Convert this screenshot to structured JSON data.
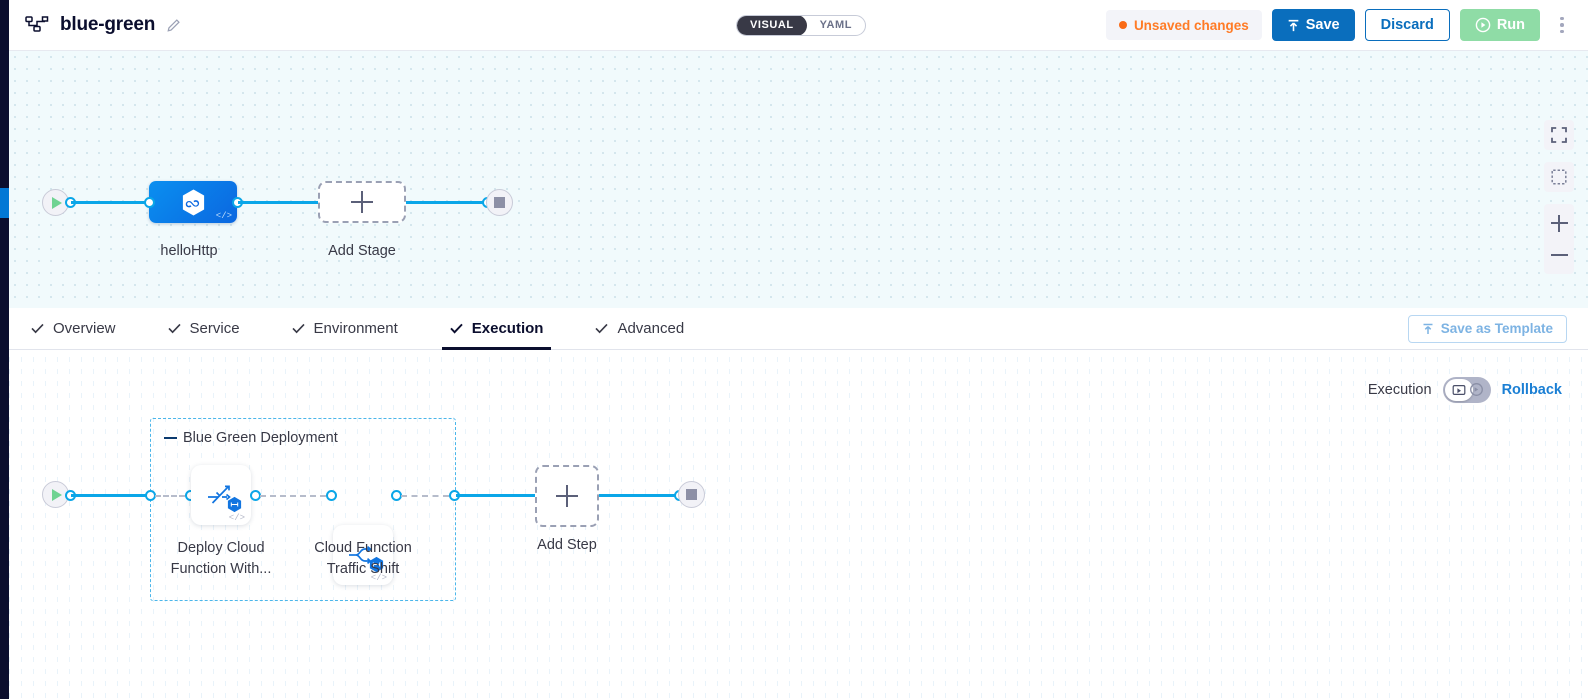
{
  "header": {
    "pipeline_icon": "pipeline-icon",
    "title": "blue-green",
    "edit_icon": "pencil-icon",
    "mode_toggle": {
      "visual": "VISUAL",
      "yaml": "YAML",
      "selected": "VISUAL"
    },
    "unsaved_label": "Unsaved changes",
    "unsaved_color": "#f96a16",
    "save_label": "Save",
    "save_icon": "upload-icon",
    "discard_label": "Discard",
    "run_label": "Run",
    "run_icon": "play-circle-icon",
    "more_icon": "kebab-menu-icon",
    "accent_blue": "#0a6ebd",
    "run_green": "#8fdca6"
  },
  "top_canvas": {
    "background": "#f1fafc",
    "start_node": "start-node",
    "end_node": "end-node",
    "nodes": [
      {
        "label": "helloHttp",
        "icon": "harness-hexagon-icon",
        "badge": "</>",
        "type": "stage"
      },
      {
        "label": "Add Stage",
        "icon": "plus-icon",
        "type": "add"
      }
    ],
    "controls": [
      {
        "name": "fullscreen-button",
        "icon": "expand-icon"
      },
      {
        "name": "selection-box-button",
        "icon": "dashed-square-icon"
      },
      {
        "name": "zoom-in-button",
        "icon": "plus-icon"
      },
      {
        "name": "zoom-out-button",
        "icon": "minus-icon"
      }
    ]
  },
  "tabs": {
    "items": [
      {
        "label": "Overview",
        "checked": true,
        "active": false
      },
      {
        "label": "Service",
        "checked": true,
        "active": false
      },
      {
        "label": "Environment",
        "checked": true,
        "active": false
      },
      {
        "label": "Execution",
        "checked": true,
        "active": true
      },
      {
        "label": "Advanced",
        "checked": true,
        "active": false
      }
    ],
    "save_as_template": "Save as Template",
    "save_as_template_icon": "template-upload-icon"
  },
  "execution_bar": {
    "label": "Execution",
    "toggle": {
      "left_icon": "execution-icon",
      "right_icon": "rollback-icon",
      "selected": "execution"
    },
    "rollback_label": "Rollback",
    "rollback_color": "#1a7fd4"
  },
  "bottom_canvas": {
    "background": "#ffffff",
    "start_node": "start-node",
    "end_node": "end-node",
    "stage_group": {
      "title": "Blue Green Deployment",
      "border_color": "#4bb6ea",
      "steps": [
        {
          "label": "Deploy Cloud Function With...",
          "line1": "Deploy Cloud",
          "line2": "Function With...",
          "icon": "deploy-cloud-function-icon",
          "badge": "</>"
        },
        {
          "label": "Cloud Function Traffic Shift",
          "line1": "Cloud Function",
          "line2": "Traffic Shift",
          "icon": "traffic-shift-icon",
          "badge": "</>"
        }
      ]
    },
    "add_step": {
      "label": "Add Step",
      "icon": "plus-icon"
    }
  }
}
